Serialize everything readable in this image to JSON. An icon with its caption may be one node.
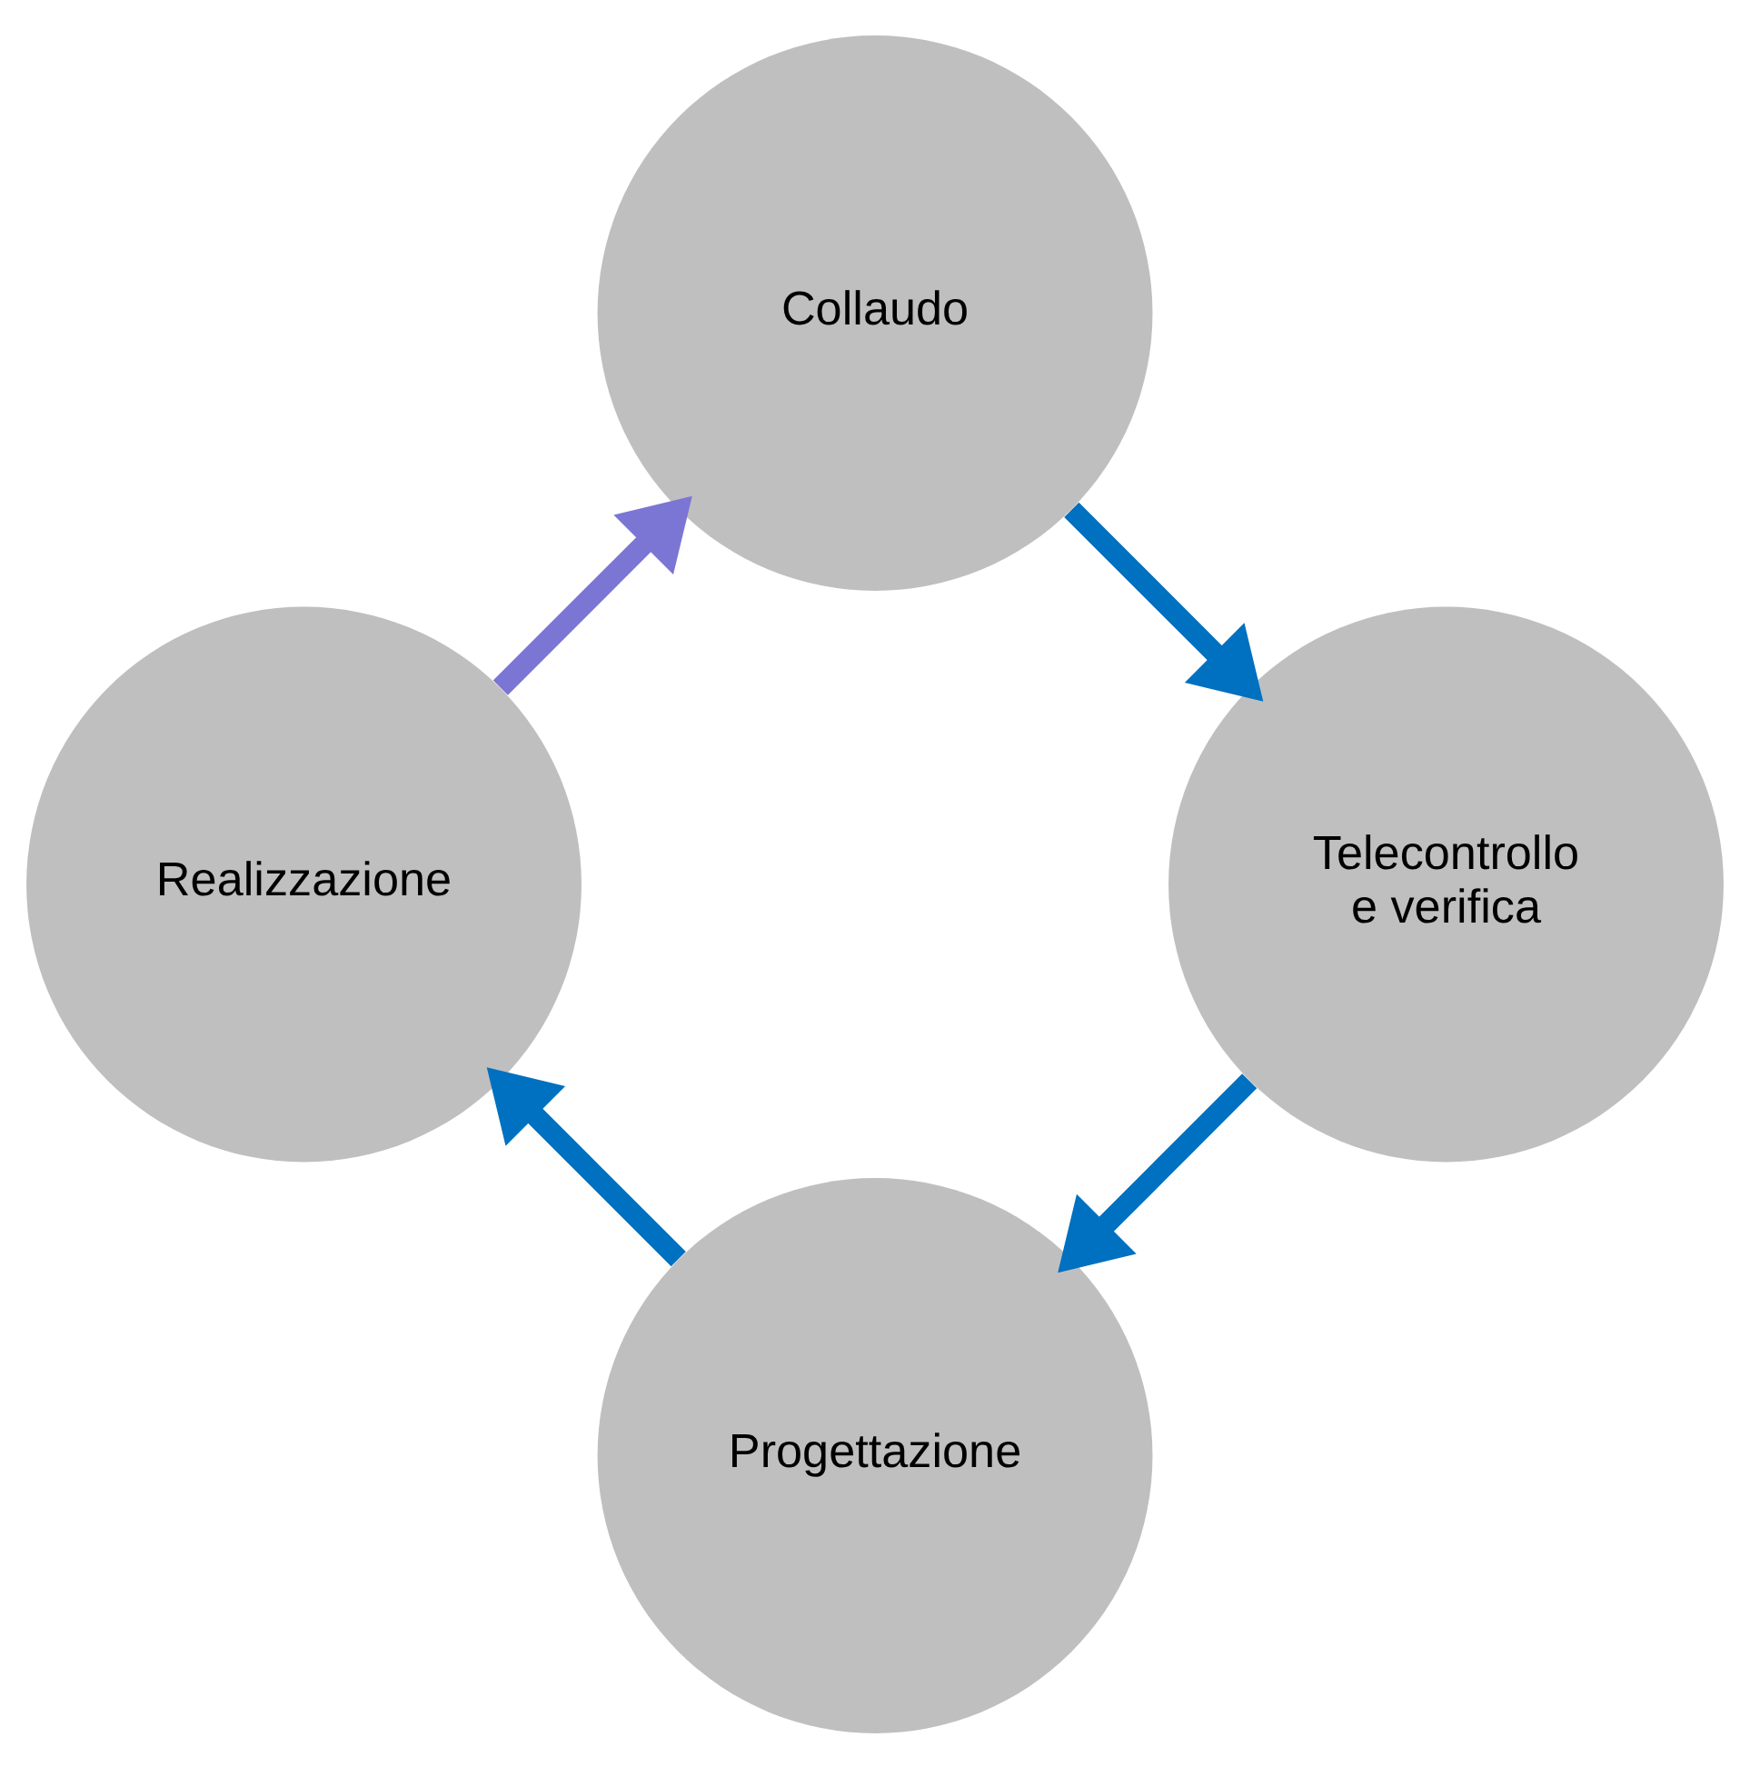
{
  "diagram": {
    "nodes": [
      {
        "text": [
          "Progettazione"
        ]
      },
      {
        "text": [
          "Realizzazione"
        ]
      },
      {
        "text": [
          "Collaudo"
        ]
      },
      {
        "text": [
          "Telecontrollo e verifica"
        ]
      }
    ],
    "edges": [
      {
        "from": 0,
        "to": 1,
        "arrow": "to"
      },
      {
        "from": 1,
        "to": 2,
        "arrow": "to",
        "color": "#7b76d4"
      },
      {
        "from": 2,
        "to": 3,
        "arrow": "to"
      },
      {
        "from": 3,
        "to": 0,
        "arrow": "to"
      }
    ]
  }
}
